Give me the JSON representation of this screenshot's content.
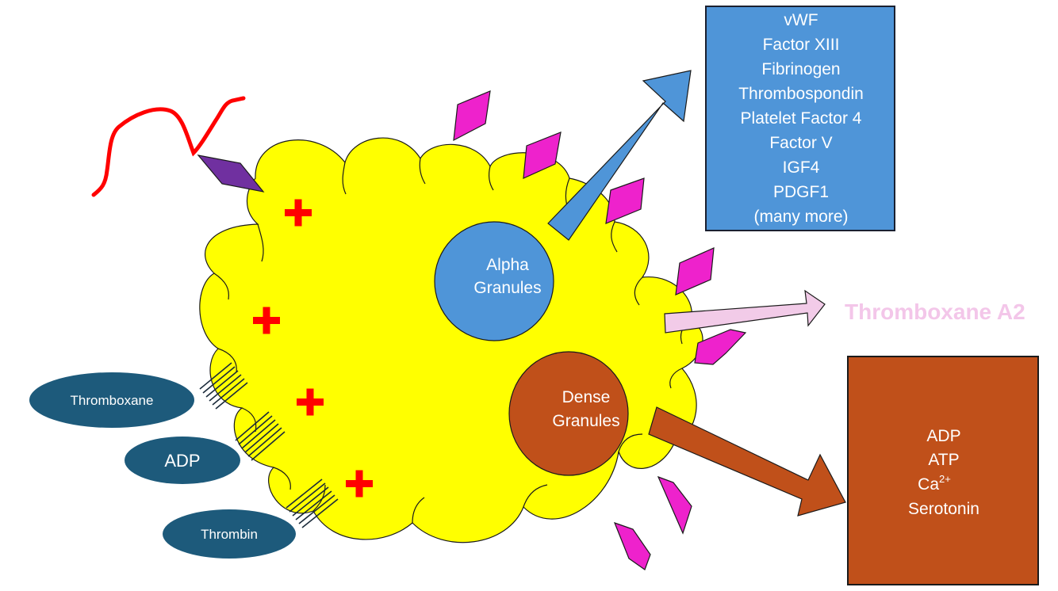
{
  "alpha_granules": {
    "label_line1": "Alpha",
    "label_line2": "Granules",
    "contents": [
      "vWF",
      "Factor XIII",
      "Fibrinogen",
      "Thrombospondin",
      "Platelet Factor 4",
      "Factor V",
      "IGF4",
      "PDGF1",
      "(many more)"
    ]
  },
  "dense_granules": {
    "label_line1": "Dense",
    "label_line2": "Granules",
    "contents": {
      "adp": "ADP",
      "atp": "ATP",
      "calcium_base": "Ca",
      "calcium_charge": "2+",
      "serotonin": "Serotonin"
    }
  },
  "released_agent": "Thromboxane A2",
  "receptor_ligands": {
    "thromboxane": "Thromboxane",
    "adp": "ADP",
    "thrombin": "Thrombin"
  },
  "colors": {
    "platelet": "#ffff00",
    "alpha": "#4f95d8",
    "dense": "#c0501a",
    "ligand": "#1d5a7b",
    "integrin": "#ee22cc",
    "bound_integrin": "#7030a0",
    "plus": "#ff0000",
    "fiber": "#ff0000",
    "txa2_arrow": "#f2cbe8",
    "txa2_text": "#f3c6e9"
  }
}
